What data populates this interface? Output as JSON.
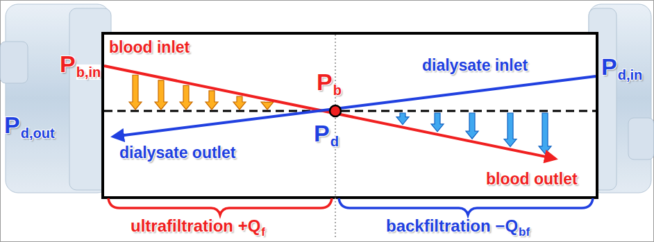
{
  "diagram": {
    "labels": [
      "blood inlet",
      "P",
      "b,in",
      "P",
      "b",
      "dialysate inlet",
      "P",
      "d,in",
      "P",
      "d",
      "P",
      "d,out",
      "dialysate outlet",
      "blood outlet",
      "ultrafiltration +Q",
      "f",
      "backfiltration −Q",
      "bf"
    ]
  }
}
